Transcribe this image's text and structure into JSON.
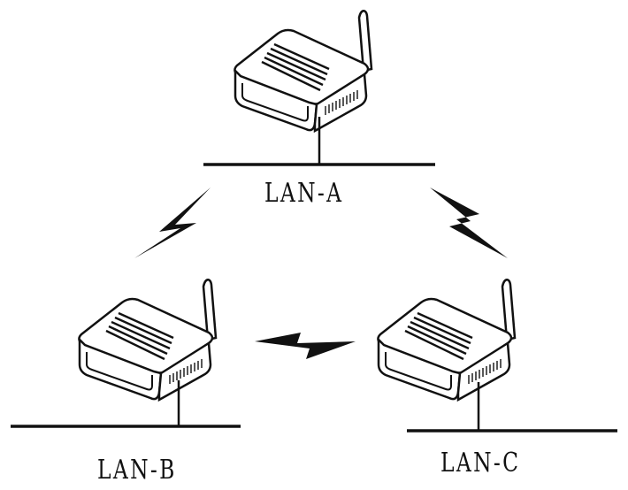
{
  "colors": {
    "stroke": "#111111",
    "background": "#ffffff"
  },
  "icons": [
    "wireless-router-icon",
    "lightning-bolt-icon"
  ],
  "labels": {
    "lan_a": "LAN-A",
    "lan_b": "LAN-B",
    "lan_c": "LAN-C"
  }
}
